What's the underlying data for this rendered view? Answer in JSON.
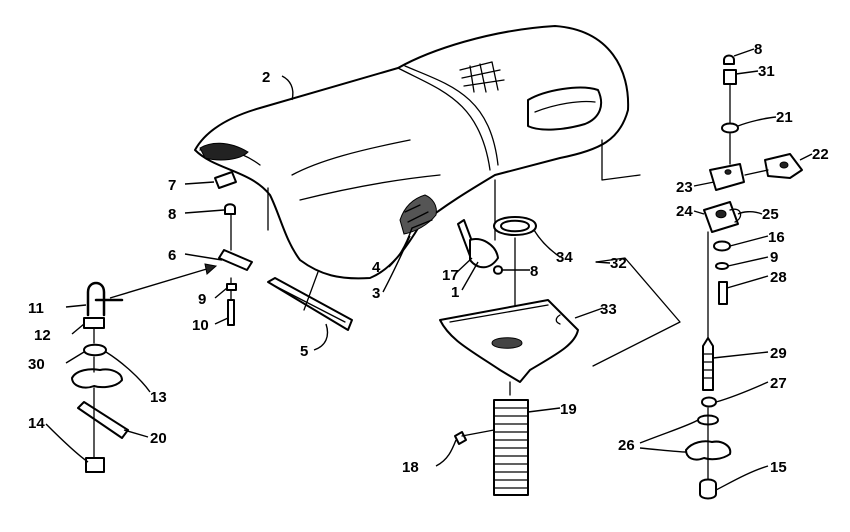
{
  "callouts": {
    "c1": "1",
    "c2": "2",
    "c3": "3",
    "c4": "4",
    "c5": "5",
    "c6": "6",
    "c7": "7",
    "c8a": "8",
    "c8b": "8",
    "c8c": "8",
    "c9a": "9",
    "c9b": "9",
    "c10": "10",
    "c11": "11",
    "c12": "12",
    "c13": "13",
    "c14": "14",
    "c15": "15",
    "c16": "16",
    "c17": "17",
    "c18": "18",
    "c19": "19",
    "c20": "20",
    "c21": "21",
    "c22": "22",
    "c23": "23",
    "c24": "24",
    "c25": "25",
    "c26": "26",
    "c27": "27",
    "c28": "28",
    "c29": "29",
    "c30": "30",
    "c31": "31",
    "c32": "32",
    "c33": "33",
    "c34": "34"
  }
}
